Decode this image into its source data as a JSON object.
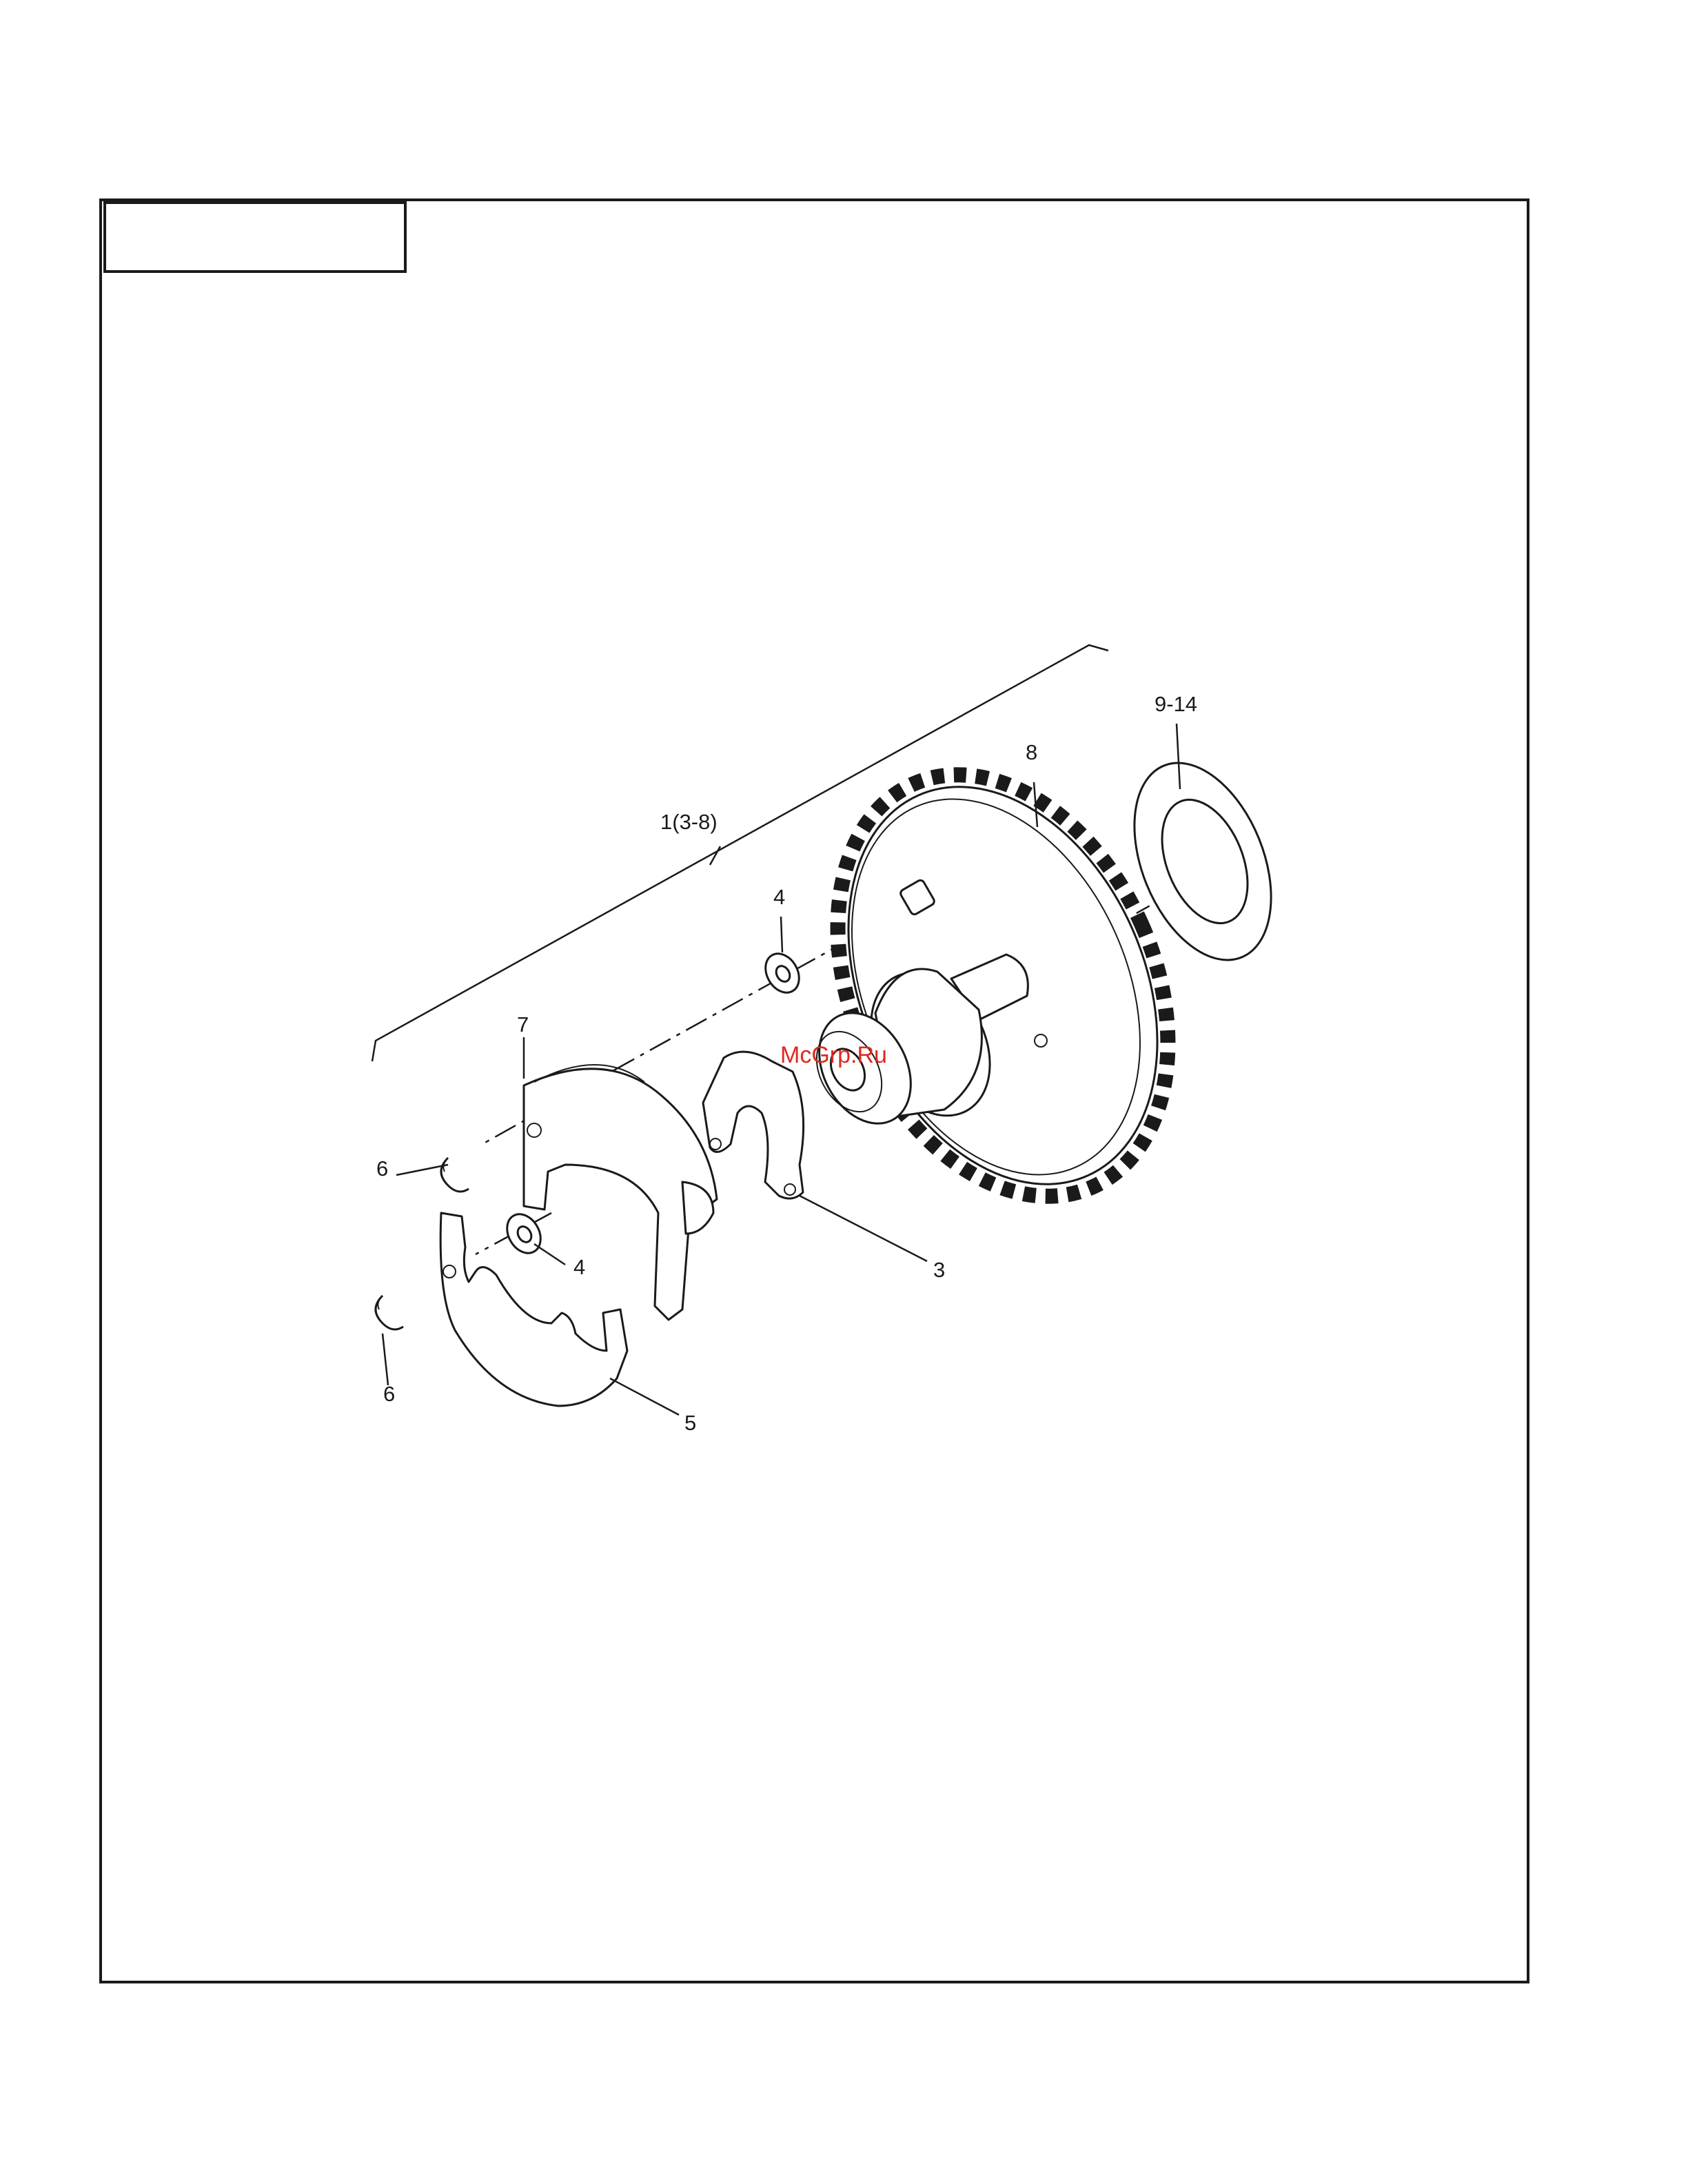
{
  "labels": {
    "assembly": "1(3-8)",
    "gear": "8",
    "shim": "9-14",
    "washer_top": "4",
    "plate_upper": "7",
    "clip_upper": "6",
    "washer_mid": "4",
    "plate_lower": "5",
    "clip_lower": "6",
    "weight_arm": "3"
  },
  "watermark": "McGrp.Ru",
  "title_box": "",
  "colors": {
    "line": "#1a1a1a",
    "watermark": "#e0281e",
    "paper": "#ffffff"
  }
}
